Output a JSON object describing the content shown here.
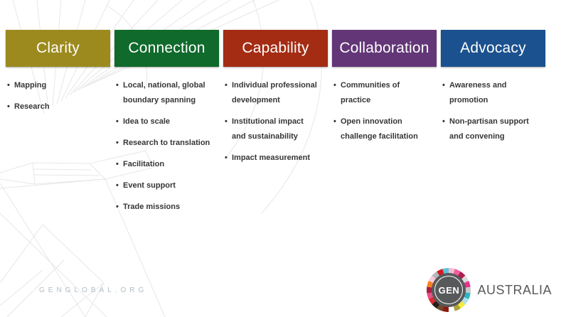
{
  "pillars": [
    {
      "title": "Clarity",
      "color": "#9C8A1E",
      "bullets": [
        "Mapping",
        "Research"
      ]
    },
    {
      "title": "Connection",
      "color": "#0F6A2B",
      "bullets": [
        "Local, national, global\nboundary spanning",
        "Idea to scale",
        "Research to translation",
        "Facilitation",
        "Event support",
        "Trade missions"
      ]
    },
    {
      "title": "Capability",
      "color": "#A32C13",
      "bullets": [
        "Individual professional\ndevelopment",
        "Institutional impact\nand sustainability",
        "Impact measurement"
      ]
    },
    {
      "title": "Collaboration",
      "color": "#633677",
      "bullets": [
        "Communities of\npractice",
        "Open innovation\nchallenge facilitation"
      ]
    },
    {
      "title": "Advocacy",
      "color": "#1B518E",
      "bullets": [
        "Awareness and\npromotion",
        "Non-partisan support\nand convening"
      ]
    }
  ],
  "footer": {
    "url_text": "GENGLOBAL.ORG",
    "url_color": "#AFBDC4"
  },
  "logo": {
    "circle_text": "GEN",
    "brand_text": "AUSTRALIA",
    "circle_color": "#58595B",
    "brand_text_color": "#58595B",
    "ring_colors": [
      "#f4bcd2",
      "#ee5fa0",
      "#b01e4f",
      "#d9dadb",
      "#e8328f",
      "#c7c8ca",
      "#2ab6c3",
      "#aee0ef",
      "#f4ec3e",
      "#b0a23a",
      "#ffffff",
      "#8c1a10",
      "#6e4a2f",
      "#231f20",
      "#d62d32",
      "#e94f86",
      "#a81e45",
      "#f58220",
      "#f9c8d9",
      "#b5b8ba",
      "#d01c24",
      "#5bc4de"
    ]
  }
}
